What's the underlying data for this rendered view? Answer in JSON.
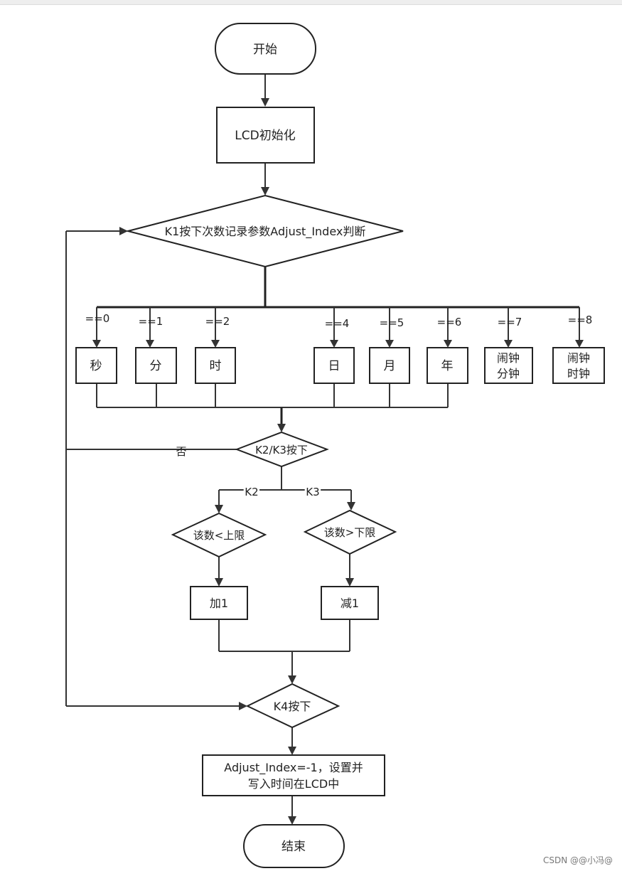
{
  "nodes": {
    "start": "开始",
    "lcd_init": "LCD初始化",
    "k1_decision": "K1按下次数记录参数Adjust_Index判断",
    "sec": "秒",
    "min": "分",
    "hour": "时",
    "day": "日",
    "month": "月",
    "year": "年",
    "alarm_min_line1": "闹钟",
    "alarm_min_line2": "分钟",
    "alarm_hour_line1": "闹钟",
    "alarm_hour_line2": "时钟",
    "k2k3_decision": "K2/K3按下",
    "lt_upper": "该数<上限",
    "gt_lower": "该数>下限",
    "add1": "加1",
    "sub1": "减1",
    "k4_decision": "K4按下",
    "write_line1": "Adjust_Index=-1，设置并",
    "write_line2": "写入时间在LCD中",
    "end": "结束"
  },
  "edge_labels": {
    "eq0": "==0",
    "eq1": "==1",
    "eq2": "==2",
    "eq4": "==4",
    "eq5": "==5",
    "eq6": "==6",
    "eq7": "==7",
    "eq8": "==8",
    "no": "否",
    "k2": "K2",
    "k3": "K3"
  },
  "watermark": "CSDN @@小冯@"
}
